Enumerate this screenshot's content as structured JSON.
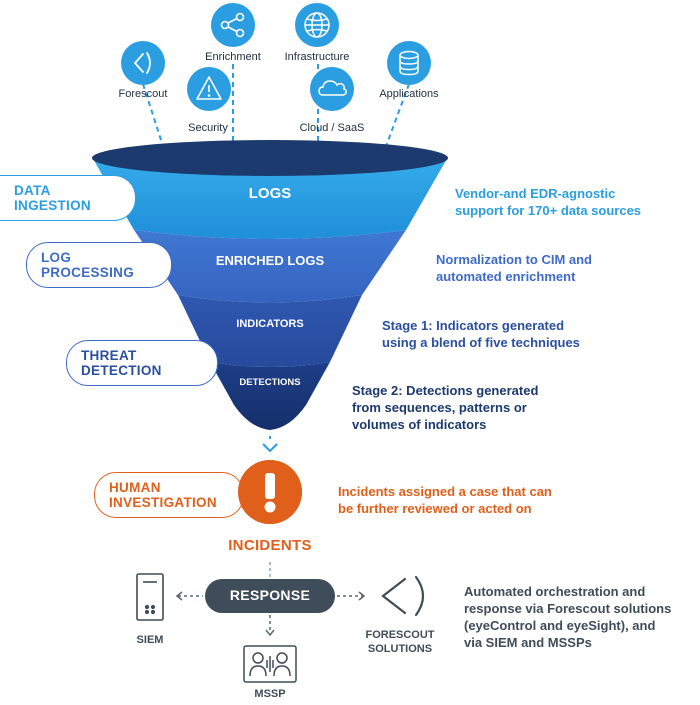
{
  "sources": [
    {
      "label": "Enrichment",
      "icon": "share-icon"
    },
    {
      "label": "Infrastructure",
      "icon": "globe-icon"
    },
    {
      "label": "Forescout",
      "icon": "forescout-logo-icon"
    },
    {
      "label": "Security",
      "icon": "warning-icon"
    },
    {
      "label": "Cloud / SaaS",
      "icon": "cloud-icon"
    },
    {
      "label": "Applications",
      "icon": "database-icon"
    }
  ],
  "funnel": {
    "logs": "LOGS",
    "enriched": "ENRICHED LOGS",
    "indicators": "INDICATORS",
    "detections": "DETECTIONS"
  },
  "pills": {
    "data_ingestion": [
      "DATA",
      "INGESTION"
    ],
    "log_processing": [
      "LOG",
      "PROCESSING"
    ],
    "threat_detection": [
      "THREAT",
      "DETECTION"
    ],
    "human_investigation": [
      "HUMAN",
      "INVESTIGATION"
    ]
  },
  "descriptions": {
    "logs": [
      "Vendor-and EDR-agnostic",
      "support for 170+ data sources"
    ],
    "enriched": [
      "Normalization to CIM and",
      "automated enrichment"
    ],
    "indicators": [
      "Stage 1: Indicators generated",
      "using a blend of five techniques"
    ],
    "detections": [
      "Stage 2: Detections generated",
      "from sequences, patterns or",
      "volumes of indicators"
    ],
    "incidents": [
      "Incidents assigned a case that can",
      "be further reviewed or acted on"
    ],
    "response": [
      "Automated orchestration and",
      "response via Forescout solutions",
      "(eyeControl and eyeSight), and",
      "via SIEM and MSSPs"
    ]
  },
  "incidents_label": "INCIDENTS",
  "response_label": "RESPONSE",
  "siem_label": "SIEM",
  "mssp_label": "MSSP",
  "forescout_solutions": [
    "FORESCOUT",
    "SOLUTIONS"
  ],
  "colors": {
    "navy": "#1c3a6e",
    "light_blue": "#2a9ee0",
    "mid_blue": "#3e6bc6",
    "orange": "#e0601b",
    "gray_pill": "#3f4c59"
  }
}
